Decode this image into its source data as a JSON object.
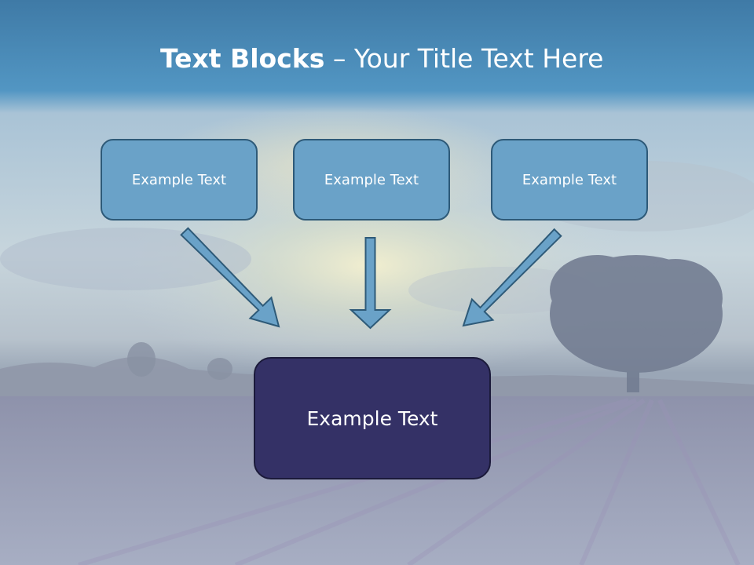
{
  "slide": {
    "title_bold": "Text Blocks",
    "title_dash": " – ",
    "title_rest": "Your Title Text Here"
  },
  "diagram": {
    "top_boxes": [
      "Example Text",
      "Example Text",
      "Example Text"
    ],
    "bottom_box": "Example Text"
  },
  "colors": {
    "header_band": "#4a90bd",
    "top_box_fill": "#6aa2c8",
    "top_box_border": "#2e5a78",
    "bottom_box_fill": "#343166",
    "arrow_fill": "#6aa2c8",
    "arrow_stroke": "#2e5a78"
  }
}
